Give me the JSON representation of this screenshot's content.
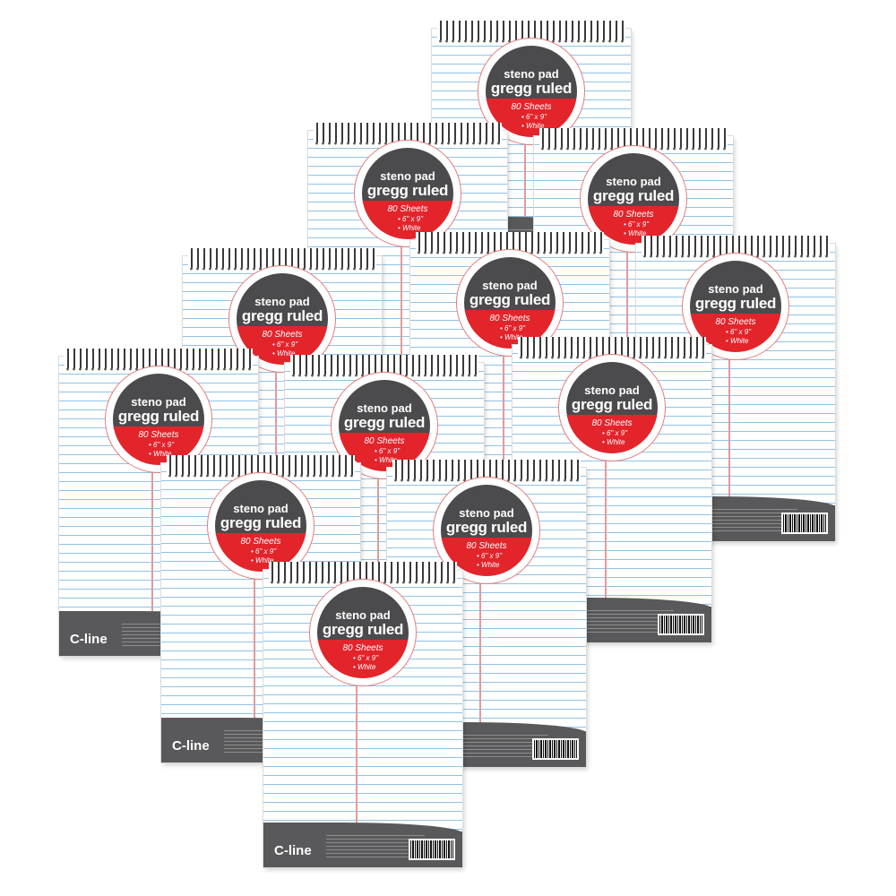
{
  "product": {
    "label_line1": "steno pad",
    "label_line2": "gregg ruled",
    "sheets": "80 Sheets",
    "size": "• 6\" x 9\"",
    "color": "• White",
    "brand": "C-line"
  },
  "pad_count": 12,
  "colors": {
    "label_dark": "#4b4b4d",
    "label_red": "#e3242b",
    "footer_gray": "#59595b",
    "rule_blue": "#8fc3e8",
    "margin_red": "#e39a9a"
  }
}
